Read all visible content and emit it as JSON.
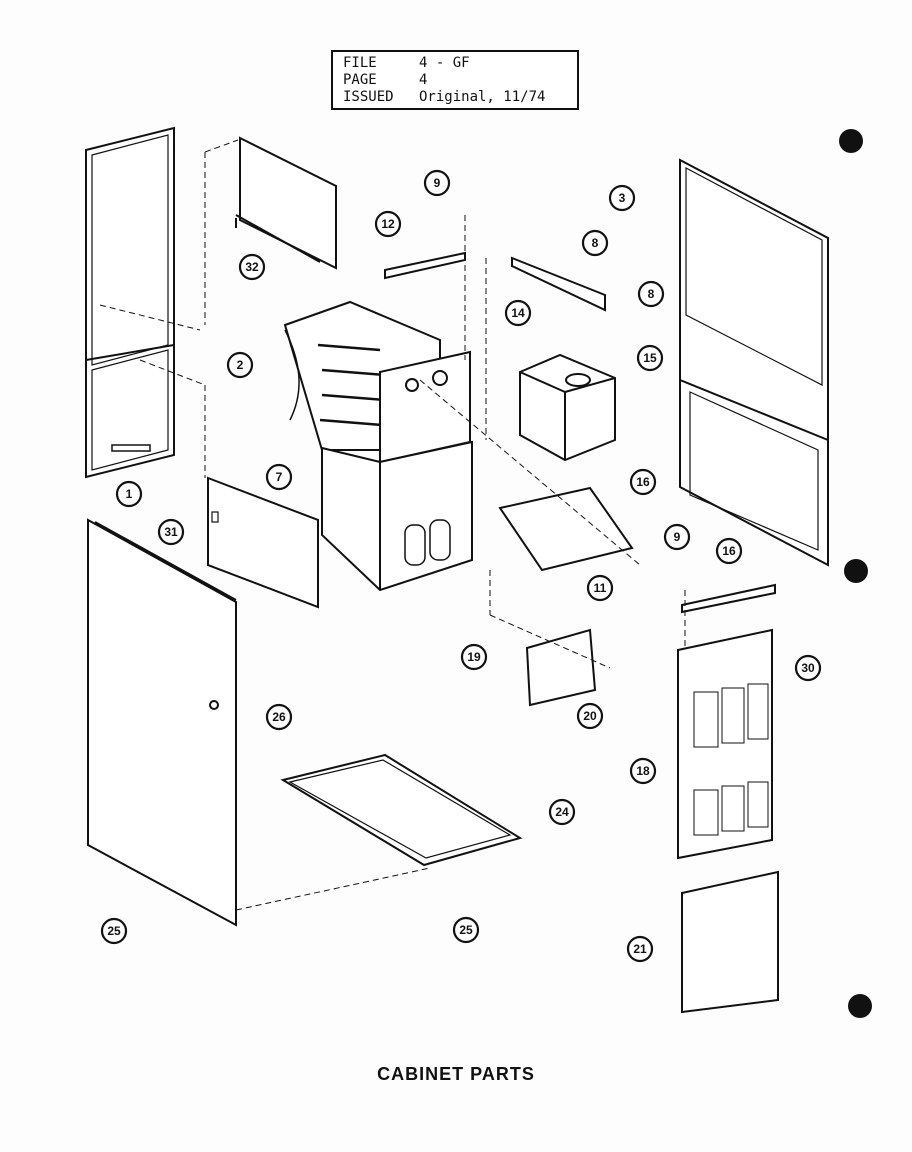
{
  "header": {
    "file_label": "FILE",
    "file_value": "4 - GF",
    "page_label": "PAGE",
    "page_value": "4",
    "issued_label": "ISSUED",
    "issued_value": "Original, 11/74"
  },
  "title": "CABINET PARTS",
  "callouts": [
    "1",
    "2",
    "3",
    "7",
    "8",
    "8",
    "9",
    "9",
    "11",
    "12",
    "14",
    "15",
    "16",
    "16",
    "18",
    "19",
    "20",
    "21",
    "24",
    "25",
    "25",
    "26",
    "30",
    "31",
    "32"
  ]
}
